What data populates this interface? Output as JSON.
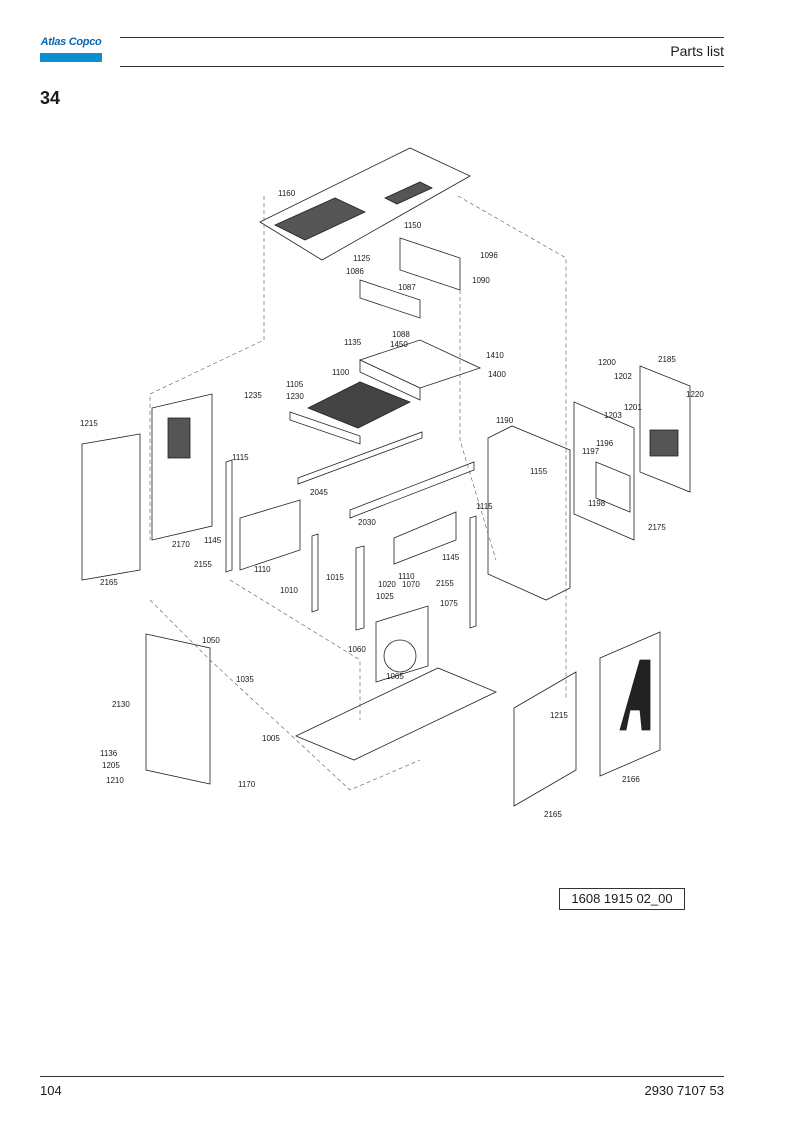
{
  "header": {
    "brand": "Atlas Copco",
    "title": "Parts list"
  },
  "page_number": "34",
  "drawing_reference": "1608 1915 02_00",
  "callouts": [
    "1160",
    "1150",
    "1125",
    "1096",
    "1086",
    "1090",
    "1087",
    "1088",
    "1135",
    "1450",
    "1410",
    "1400",
    "1105",
    "1100",
    "1235",
    "1230",
    "1215",
    "1115",
    "2045",
    "2030",
    "2170",
    "1145",
    "2155",
    "1110",
    "1010",
    "1015",
    "1020",
    "1025",
    "1070",
    "1075",
    "1060",
    "1065",
    "1050",
    "1035",
    "2130",
    "1136",
    "1205",
    "1210",
    "1170",
    "1005",
    "2165",
    "1190",
    "1155",
    "1200",
    "2185",
    "1202",
    "1203",
    "1201",
    "1220",
    "1196",
    "1197",
    "1198",
    "2175",
    "2166"
  ],
  "footer": {
    "page": "104",
    "document_number": "2930 7107 53"
  }
}
